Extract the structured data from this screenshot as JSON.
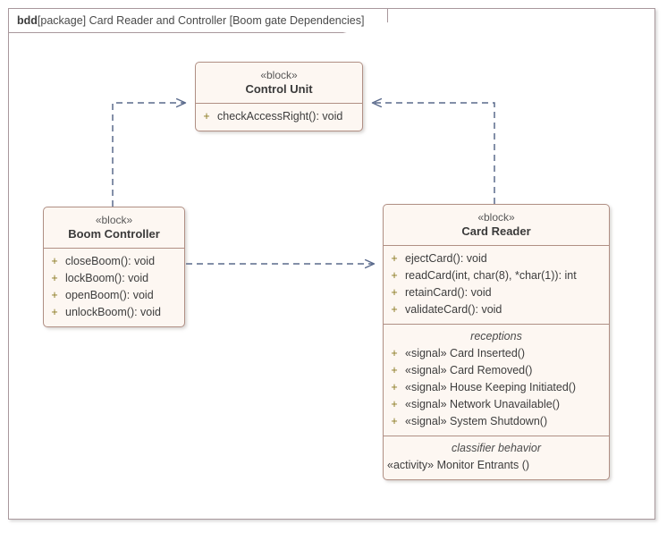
{
  "diagram": {
    "frame_label_keyword": "bdd",
    "frame_label_rest": "[package] Card Reader and Controller [Boom gate Dependencies]",
    "type": "sysml-block-definition-diagram",
    "colors": {
      "block_fill": "#fdf7f2",
      "block_border": "#b08f84",
      "frame_border": "#a8989c",
      "connector": "#5a6a8c",
      "visibility_marker": "#8a7a20",
      "text": "#3d3d3d"
    }
  },
  "blocks": [
    {
      "id": "control-unit",
      "stereotype": "«block»",
      "name": "Control Unit",
      "operations": [
        {
          "visibility": "+",
          "signature": "checkAccessRight(): void"
        }
      ]
    },
    {
      "id": "boom-controller",
      "stereotype": "«block»",
      "name": "Boom Controller",
      "operations": [
        {
          "visibility": "+",
          "signature": "closeBoom(): void"
        },
        {
          "visibility": "+",
          "signature": "lockBoom(): void"
        },
        {
          "visibility": "+",
          "signature": "openBoom(): void"
        },
        {
          "visibility": "+",
          "signature": "unlockBoom(): void"
        }
      ]
    },
    {
      "id": "card-reader",
      "stereotype": "«block»",
      "name": "Card Reader",
      "operations": [
        {
          "visibility": "+",
          "signature": "ejectCard(): void"
        },
        {
          "visibility": "+",
          "signature": "readCard(int, char(8), *char(1)): int"
        },
        {
          "visibility": "+",
          "signature": "retainCard(): void"
        },
        {
          "visibility": "+",
          "signature": "validateCard(): void"
        }
      ],
      "receptions_title": "receptions",
      "receptions": [
        {
          "visibility": "+",
          "signature": "«signal» Card Inserted()"
        },
        {
          "visibility": "+",
          "signature": "«signal» Card Removed()"
        },
        {
          "visibility": "+",
          "signature": "«signal» House Keeping Initiated()"
        },
        {
          "visibility": "+",
          "signature": "«signal» Network Unavailable()"
        },
        {
          "visibility": "+",
          "signature": "«signal» System Shutdown()"
        }
      ],
      "classifier_behavior_title": "classifier behavior",
      "classifier_behavior": "«activity» Monitor Entrants ()"
    }
  ],
  "connectors": [
    {
      "id": "boom-controller-to-control-unit",
      "kind": "dependency",
      "from": "Boom Controller",
      "to": "Control Unit",
      "style": "dashed",
      "arrow": "open"
    },
    {
      "id": "card-reader-to-control-unit",
      "kind": "dependency",
      "from": "Card Reader",
      "to": "Control Unit",
      "style": "dashed",
      "arrow": "open"
    },
    {
      "id": "boom-controller-to-card-reader",
      "kind": "dependency",
      "from": "Boom Controller",
      "to": "Card Reader",
      "style": "dashed",
      "arrow": "open"
    }
  ]
}
